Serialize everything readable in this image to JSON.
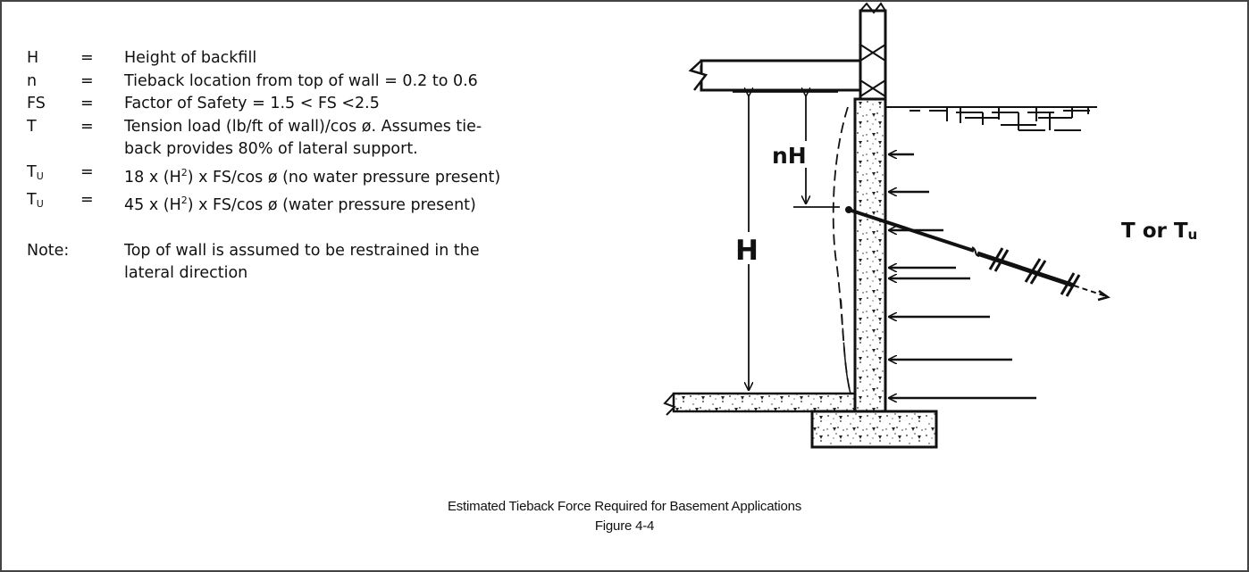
{
  "legend": {
    "rows": [
      {
        "symbol": "H",
        "eq": "=",
        "desc": "Height of backfill"
      },
      {
        "symbol": "n",
        "eq": "=",
        "desc": "Tieback location from top of wall = 0.2 to 0.6"
      },
      {
        "symbol": "FS",
        "eq": "=",
        "desc": "Factor of Safety = 1.5 < FS <2.5"
      },
      {
        "symbol": "T",
        "eq": "=",
        "desc": "Tension load (lb/ft of wall)/cos ø. Assumes tie-",
        "desc2": "back provides 80% of lateral support."
      },
      {
        "symbol_base": "T",
        "symbol_sub": "U",
        "eq": "=",
        "desc_a": "18 x (H",
        "desc_sup": "2",
        "desc_b": ") x FS/cos ø (no water pressure present)"
      },
      {
        "symbol_base": "T",
        "symbol_sub": "U",
        "eq": "=",
        "desc_a": "45 x (H",
        "desc_sup": "2",
        "desc_b": ") x FS/cos ø (water pressure present)"
      }
    ],
    "note": {
      "label": "Note:",
      "line1": "Top of wall is assumed to be restrained in the",
      "line2": "lateral direction"
    }
  },
  "diagram": {
    "label_nH": "nH",
    "label_H": "H",
    "label_T": "T or T",
    "label_T_sub": "u"
  },
  "caption": {
    "title": "Estimated Tieback Force Required for Basement Applications",
    "figure": "Figure 4-4"
  }
}
